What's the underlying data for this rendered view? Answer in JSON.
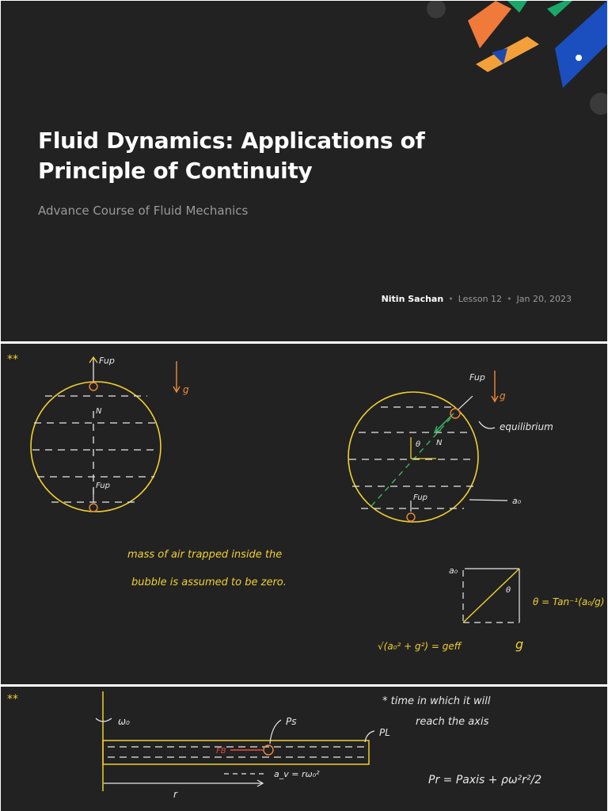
{
  "cover": {
    "title": "Fluid Dynamics: Applications of\nPrinciple of Continuity",
    "subtitle": "Advance Course of Fluid Mechanics",
    "author": "Nitin Sachan",
    "lesson": "Lesson 12",
    "date": "Jan 20, 2023"
  },
  "notes1": {
    "marker": "**",
    "label_fup": "Fup",
    "label_n": "N",
    "label_g": "g",
    "label_theta": "θ",
    "label_equilibrium": "equilibrium",
    "label_a0": "a₀",
    "note_line1": "mass of air trapped inside the",
    "note_line2": "bubble is assumed to be zero.",
    "theta_formula": "θ = Tan⁻¹(a₀/g)",
    "geff_formula": "√(a₀² + g²) = geff"
  },
  "notes2": {
    "marker": "**",
    "label_omega": "ω₀",
    "label_ps": "Ps",
    "label_pl": "PL",
    "label_fb": "FB",
    "label_accel": "a_v = rω₀²",
    "label_r": "r",
    "note_line1": "* time in which it will",
    "note_line2": "reach the axis",
    "pressure_formula": "Pr = Paxis + ρω²r²/2"
  },
  "colors": {
    "chalk": "#e8e8e8",
    "yellow": "#f0d030",
    "orange": "#f08a3a",
    "red": "#e84a3a",
    "green": "#3cc06a"
  }
}
